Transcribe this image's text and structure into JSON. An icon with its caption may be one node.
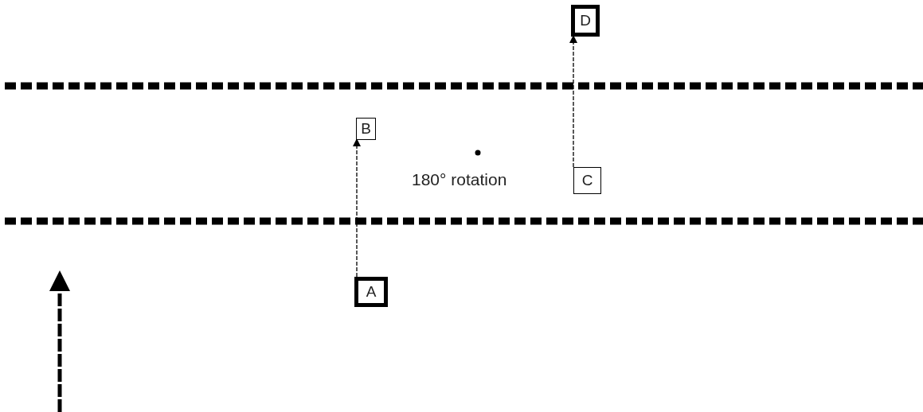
{
  "diagram": {
    "nodes": [
      {
        "text": [
          "A"
        ]
      },
      {
        "text": [
          "B"
        ]
      },
      {
        "text": [
          "C"
        ]
      },
      {
        "text": [
          "D"
        ]
      }
    ],
    "edges": [
      {
        "from": 0,
        "to": 1,
        "arrow": "to",
        "style": "dashed"
      },
      {
        "from": 2,
        "to": 3,
        "arrow": "to",
        "style": "dashed"
      }
    ],
    "labels": [
      "180° rotation"
    ]
  }
}
